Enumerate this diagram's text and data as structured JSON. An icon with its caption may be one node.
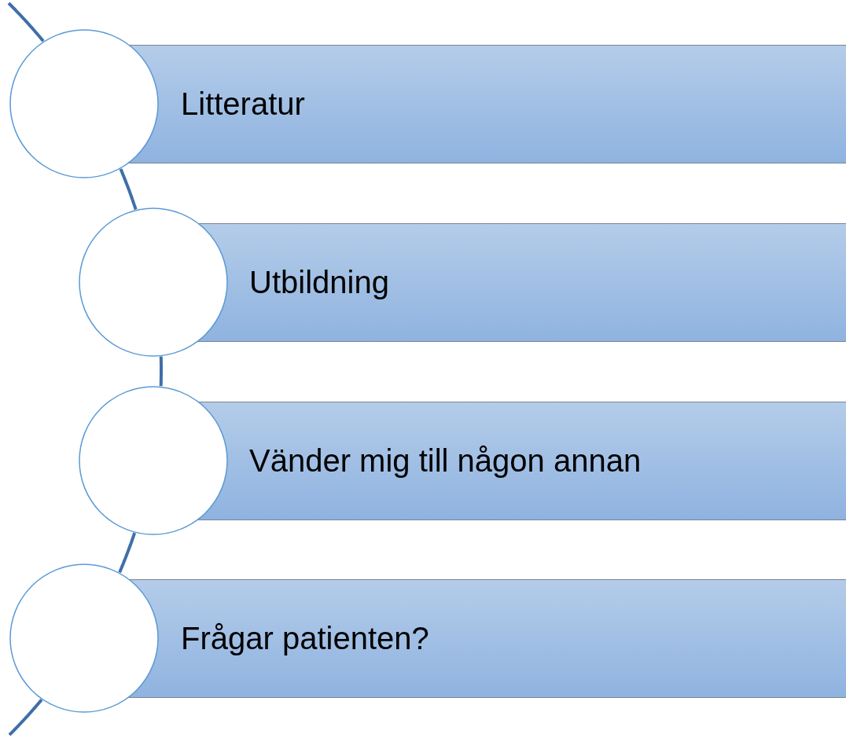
{
  "diagram": {
    "nodes": [
      {
        "text": [
          "Litteratur"
        ]
      },
      {
        "text": [
          "Utbildning"
        ]
      },
      {
        "text": [
          "Vänder mig till någon annan"
        ]
      },
      {
        "text": [
          "Frågar patienten?"
        ]
      },
      {
        "text": [],
        "shape": "circle"
      },
      {
        "text": [],
        "shape": "circle"
      },
      {
        "text": [],
        "shape": "circle"
      },
      {
        "text": [],
        "shape": "circle"
      }
    ],
    "edges": [
      {
        "from": null,
        "to": 4,
        "arrow": "none"
      },
      {
        "from": 4,
        "to": 5,
        "arrow": "none"
      },
      {
        "from": 5,
        "to": 6,
        "arrow": "none"
      },
      {
        "from": 6,
        "to": 7,
        "arrow": "none"
      },
      {
        "from": 7,
        "to": null,
        "arrow": "none"
      }
    ]
  }
}
